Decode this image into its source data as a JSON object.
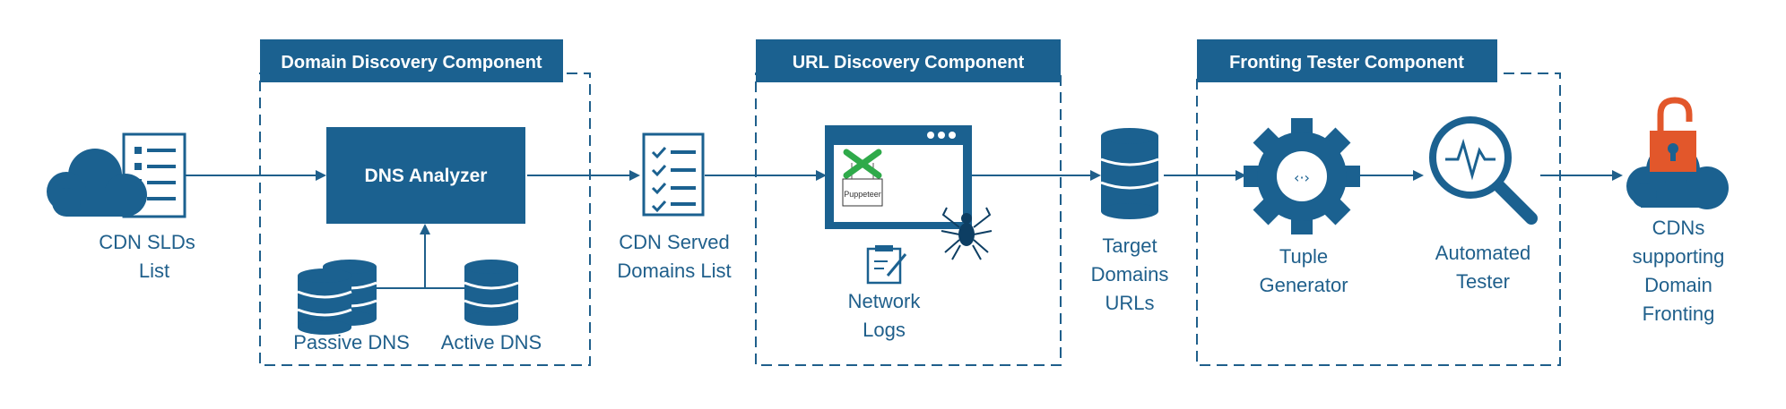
{
  "components": {
    "domain_discovery": "Domain Discovery Component",
    "url_discovery": "URL Discovery Component",
    "fronting_tester": "Fronting Tester Component"
  },
  "nodes": {
    "cdn_slds": [
      "CDN SLDs",
      "List"
    ],
    "dns_analyzer": "DNS Analyzer",
    "passive_dns": "Passive DNS",
    "active_dns": "Active DNS",
    "cdn_served": [
      "CDN Served",
      "Domains List"
    ],
    "puppeteer": "Puppeteer",
    "network_logs": [
      "Network",
      "Logs"
    ],
    "target_domains": [
      "Target",
      "Domains",
      "URLs"
    ],
    "tuple_generator": [
      "Tuple",
      "Generator"
    ],
    "automated_tester": [
      "Automated",
      "Tester"
    ],
    "cdns_supporting": [
      "CDNs",
      "supporting",
      "Domain",
      "Fronting"
    ]
  },
  "colors": {
    "primary": "#1b6190",
    "accent_lock": "#e2572b",
    "text": "#1f5f8b",
    "puppeteer_green": "#2faa4a"
  }
}
